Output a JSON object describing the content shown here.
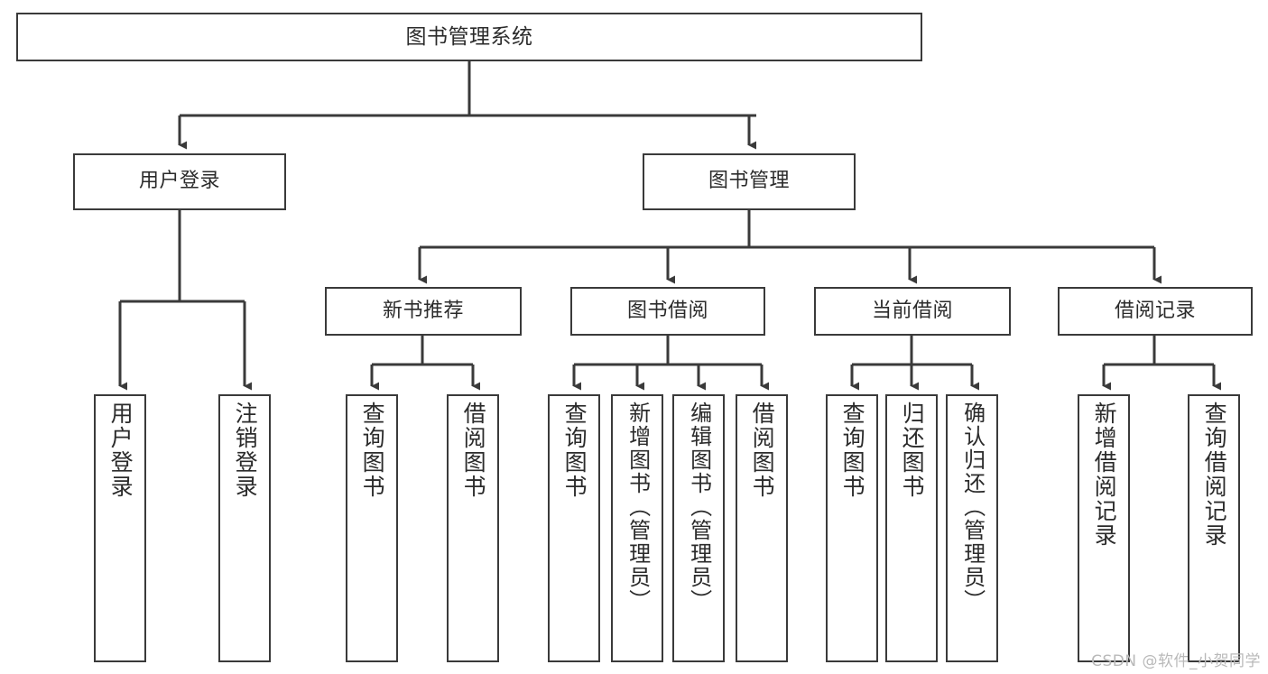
{
  "diagram": {
    "title": "图书管理系统",
    "type": "tree-hierarchy",
    "watermark": "CSDN @软件_小贺同学",
    "colors": {
      "box_border": "#3a3a3a",
      "box_fill": "#ffffff",
      "connector": "#3a3a3a",
      "text": "#2b2b2b",
      "watermark": "#b9b9b9",
      "background": "#ffffff"
    },
    "root": {
      "label": "图书管理系统"
    },
    "level2": [
      {
        "label": "用户登录"
      },
      {
        "label": "图书管理"
      }
    ],
    "level3": [
      {
        "label": "新书推荐"
      },
      {
        "label": "图书借阅"
      },
      {
        "label": "当前借阅"
      },
      {
        "label": "借阅记录"
      }
    ],
    "leaves": {
      "user_login": [
        {
          "label": "用户登录"
        },
        {
          "label": "注销登录"
        }
      ],
      "new_book_recommend": [
        {
          "label": "查询图书"
        },
        {
          "label": "借阅图书"
        }
      ],
      "book_borrow": [
        {
          "label": "查询图书"
        },
        {
          "label": "新增图书（管理员）"
        },
        {
          "label": "编辑图书（管理员）"
        },
        {
          "label": "借阅图书"
        }
      ],
      "current_borrow": [
        {
          "label": "查询图书"
        },
        {
          "label": "归还图书"
        },
        {
          "label": "确认归还（管理员）"
        }
      ],
      "borrow_record": [
        {
          "label": "新增借阅记录"
        },
        {
          "label": "查询借阅记录"
        }
      ]
    }
  }
}
